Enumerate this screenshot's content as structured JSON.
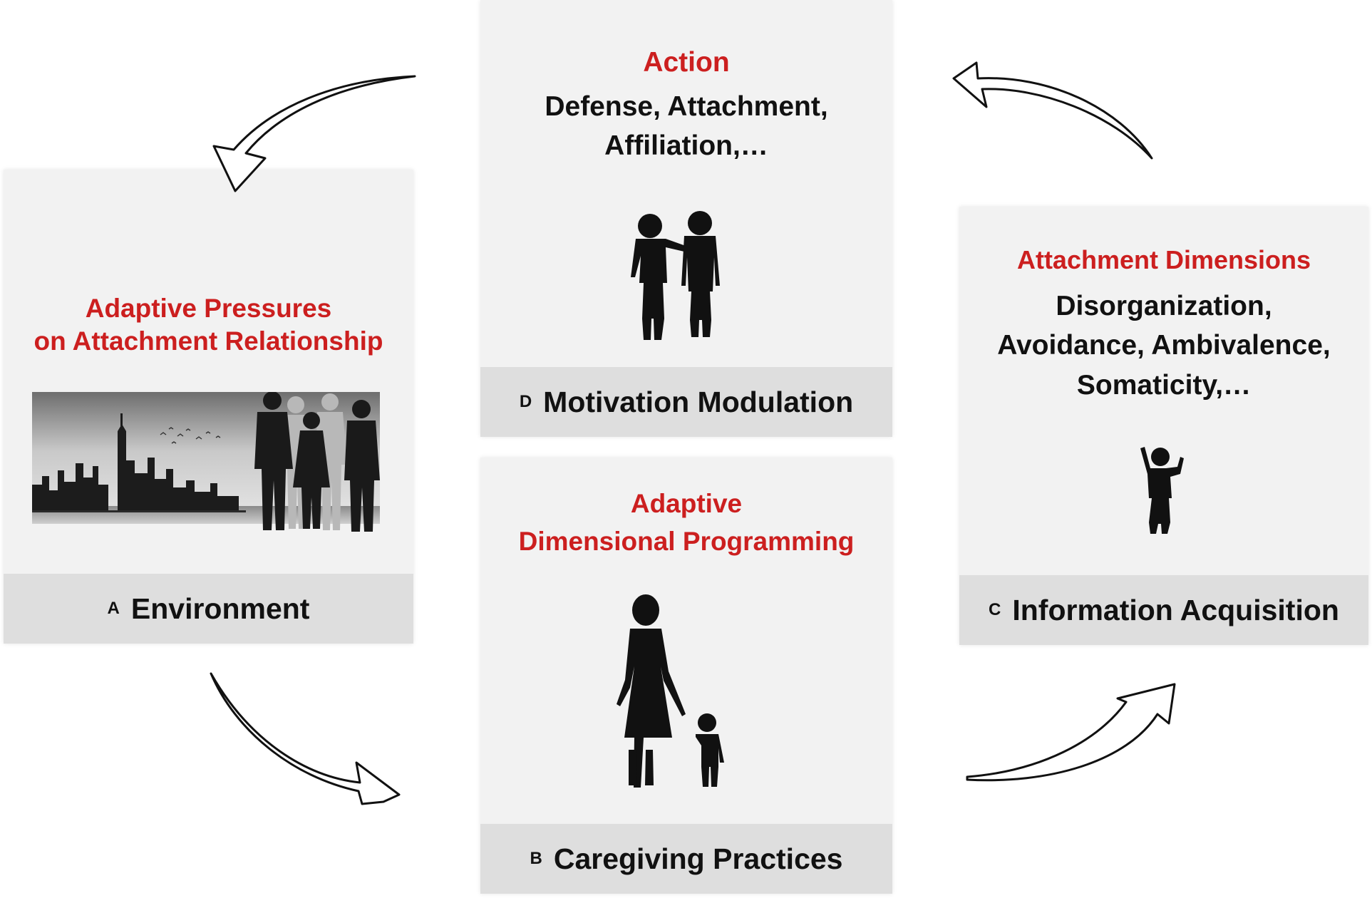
{
  "panels": {
    "environment": {
      "letter": "A",
      "caption": "Environment",
      "heading_lines": [
        "Adaptive Pressures",
        "on Attachment Relationship"
      ]
    },
    "caregiving": {
      "letter": "B",
      "caption": "Caregiving Practices",
      "heading_lines": [
        "Adaptive",
        "Dimensional Programming"
      ]
    },
    "information": {
      "letter": "C",
      "caption": "Information Acquisition",
      "heading": "Attachment Dimensions",
      "body_lines": [
        "Disorganization,",
        "Avoidance, Ambivalence,",
        "Somaticity,…"
      ]
    },
    "motivation": {
      "letter": "D",
      "caption": "Motivation Modulation",
      "heading": "Action",
      "body_lines": [
        "Defense, Attachment,",
        "Affiliation,…"
      ]
    }
  },
  "icons": {
    "city": "city-skyline-with-people-icon",
    "parent_child": "parent-holding-child-hand-icon",
    "toddler": "toddler-silhouette-icon",
    "two_children": "two-children-silhouette-icon",
    "arrow": "curved-arrow-icon"
  },
  "colors": {
    "heading": "#cc1f1f",
    "text": "#111111",
    "panel": "#f2f2f2",
    "footer": "#dedede"
  }
}
